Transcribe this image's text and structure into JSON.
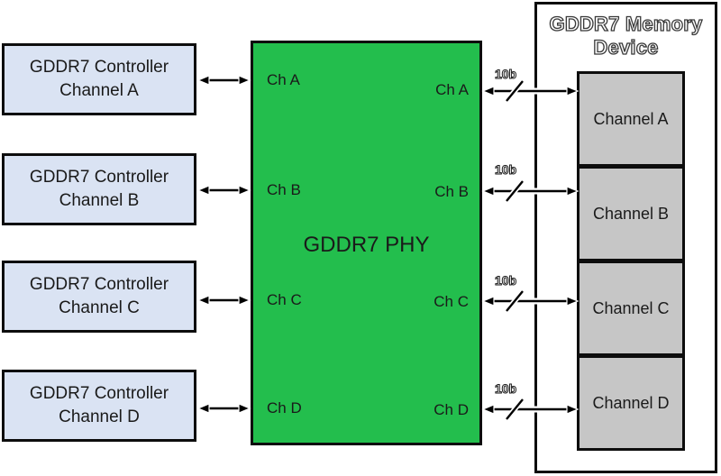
{
  "colors": {
    "controller-fill": "#DAE3F3",
    "phy-fill": "#23BE4D",
    "channel-fill": "#C6C6C6",
    "border": "#0D0D0D",
    "text": "#1A1A1A",
    "outline-text-fill": "#FFFFFF",
    "outline-text-stroke": "#3A3A3A"
  },
  "controllers": [
    {
      "label": "GDDR7 Controller\nChannel A"
    },
    {
      "label": "GDDR7 Controller\nChannel B"
    },
    {
      "label": "GDDR7 Controller\nChannel C"
    },
    {
      "label": "GDDR7 Controller\nChannel D"
    }
  ],
  "phy": {
    "title": "GDDR7 PHY",
    "left_ports": [
      "Ch A",
      "Ch B",
      "Ch C",
      "Ch D"
    ],
    "right_ports": [
      "Ch A",
      "Ch B",
      "Ch C",
      "Ch D"
    ]
  },
  "memory": {
    "title": "GDDR7 Memory\nDevice",
    "channels": [
      "Channel A",
      "Channel B",
      "Channel C",
      "Channel D"
    ]
  },
  "bus": {
    "width_label": "10b"
  }
}
